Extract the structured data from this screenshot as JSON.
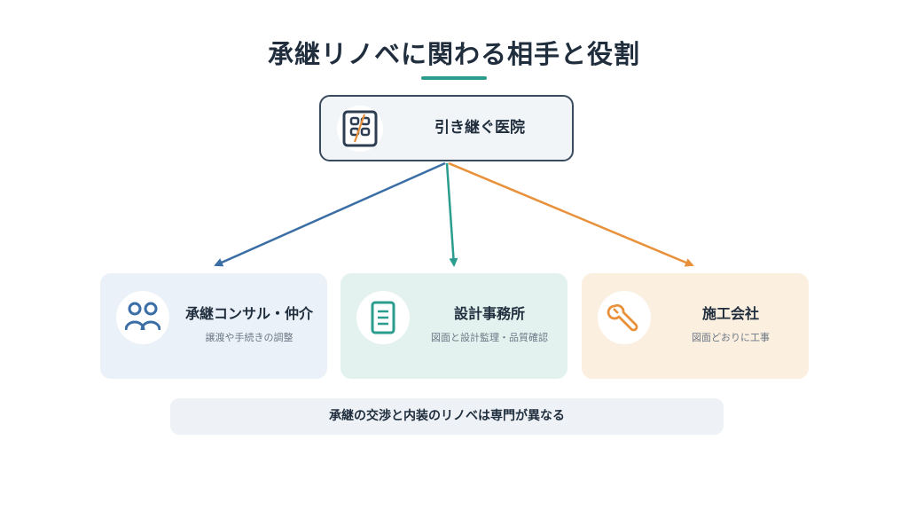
{
  "title": "承継リノベに関わる相手と役割",
  "top_node": {
    "label": "引き継ぐ医院",
    "icon": "clinic-building-icon"
  },
  "nodes": [
    {
      "title": "承継コンサル・仲介",
      "subtitle": "譲渡や手続きの調整",
      "icon": "people-icon",
      "color": "#3a6ea5"
    },
    {
      "title": "設計事務所",
      "subtitle": "図面と設計監理・品質確認",
      "icon": "document-icon",
      "color": "#2a9d8f"
    },
    {
      "title": "施工会社",
      "subtitle": "図面どおりに工事",
      "icon": "wrench-icon",
      "color": "#e8913a"
    }
  ],
  "footer_note": "承継の交渉と内装のリノベは専門が異なる",
  "colors": {
    "accent": "#2a9d8f",
    "dark": "#1f2d3d"
  }
}
